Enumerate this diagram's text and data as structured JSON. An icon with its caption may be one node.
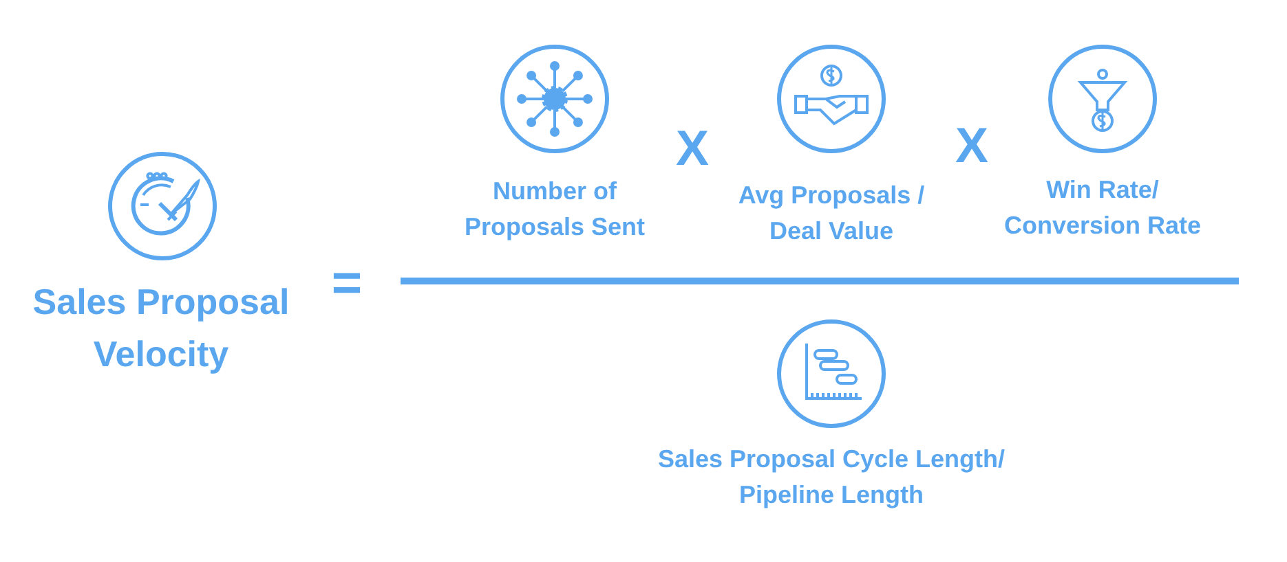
{
  "diagram": {
    "labels": [
      "Sales Proposal Velocity",
      "=",
      "Number of Proposals Sent",
      "X",
      "Avg Proposals / Deal Value",
      "X",
      "Win Rate/ Conversion Rate",
      "Sales Proposal Cycle Length/ Pipeline Length"
    ]
  }
}
